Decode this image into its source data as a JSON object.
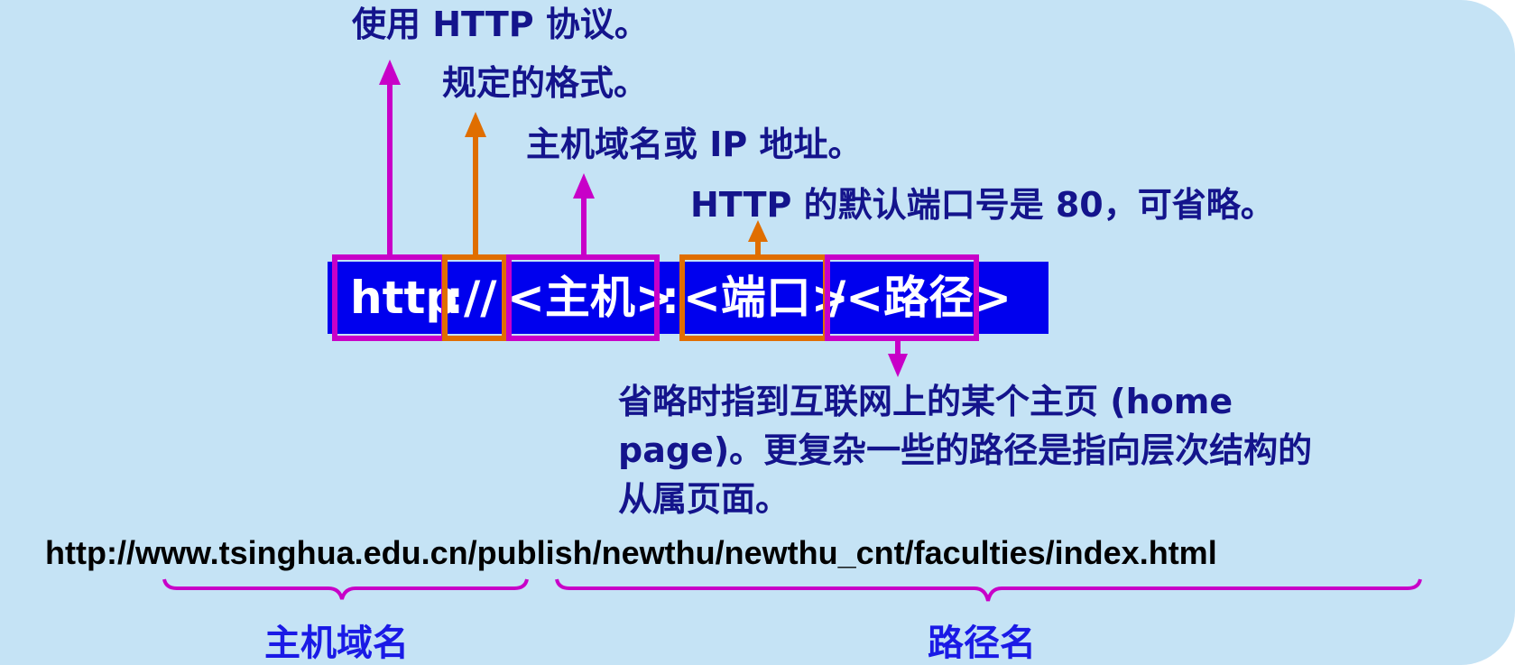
{
  "url_template": {
    "scheme": "http",
    "separator": "://",
    "host": "<主机>",
    "colon": ":",
    "port": "<端口>",
    "path": "/<路径>"
  },
  "annotations": {
    "scheme": "使用 HTTP 协议。",
    "separator": "规定的格式。",
    "host": "主机域名或 IP 地址。",
    "port": "HTTP 的默认端口号是 80，可省略。",
    "path": "省略时指到互联网上的某个主页 (home page)。更复杂一些的路径是指向层次结构的从属页面。"
  },
  "example": {
    "url": "http://www.tsinghua.edu.cn/publish/newthu/newthu_cnt/faculties/index.html",
    "host_label": "主机域名",
    "path_label": "路径名"
  },
  "colors": {
    "background": "#c5e3f5",
    "bar": "#0000ee",
    "magenta": "#c800c8",
    "orange": "#e06e00",
    "label_text": "#14148c",
    "brace_label": "#1a1ae6"
  }
}
